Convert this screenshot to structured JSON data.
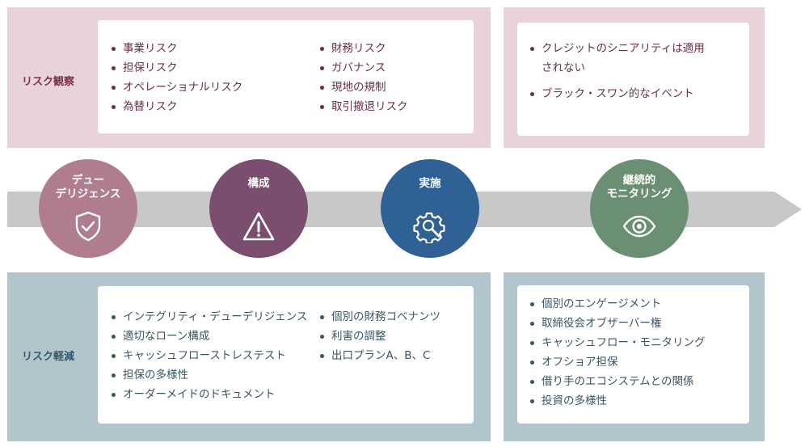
{
  "colors": {
    "observation_panel": "#e8d3da",
    "mitigation_panel": "#b3c5cc",
    "observation_text": "#7a3250",
    "mitigation_text": "#2f5a6b",
    "card_text_top": "#6b2d47",
    "card_text_bottom": "#3a5562",
    "arrow": "#c8c8c8",
    "stage_1": "#b07d8e",
    "stage_2": "#7b4d6e",
    "stage_3": "#2f6096",
    "stage_4": "#6a8f72"
  },
  "rows": {
    "observation": {
      "label": "リスク観察",
      "main_col_a": [
        "事業リスク",
        "担保リスク",
        "オペレーショナルリスク",
        "為替リスク"
      ],
      "main_col_b": [
        "財務リスク",
        "ガバナンス",
        "現地の規制",
        "取引撤退リスク"
      ],
      "side": [
        "クレジットのシニアリティは適用されない",
        "ブラック・スワン的なイベント"
      ]
    },
    "mitigation": {
      "label": "リスク軽減",
      "main_col_a": [
        "インテグリティ・デューデリジェンス",
        "適切なローン構成",
        "キャッシュフローストレステスト",
        "担保の多様性",
        "オーダーメイドのドキュメント"
      ],
      "main_col_b": [
        "個別の財務コベナンツ",
        "利害の調整",
        "出口プランA、B、C"
      ],
      "side": [
        "個別のエンゲージメント",
        "取締役会オブザーバー権",
        "キャッシュフロー・モニタリング",
        "オフショア担保",
        "借り手のエコシステムとの関係",
        "投資の多様性"
      ]
    }
  },
  "stages": [
    {
      "label": "デュー\nデリジェンス",
      "icon": "shield-check-icon"
    },
    {
      "label": "構成",
      "icon": "warning-triangle-icon"
    },
    {
      "label": "実施",
      "icon": "gear-search-icon"
    },
    {
      "label": "継続的\nモニタリング",
      "icon": "eye-icon"
    }
  ]
}
